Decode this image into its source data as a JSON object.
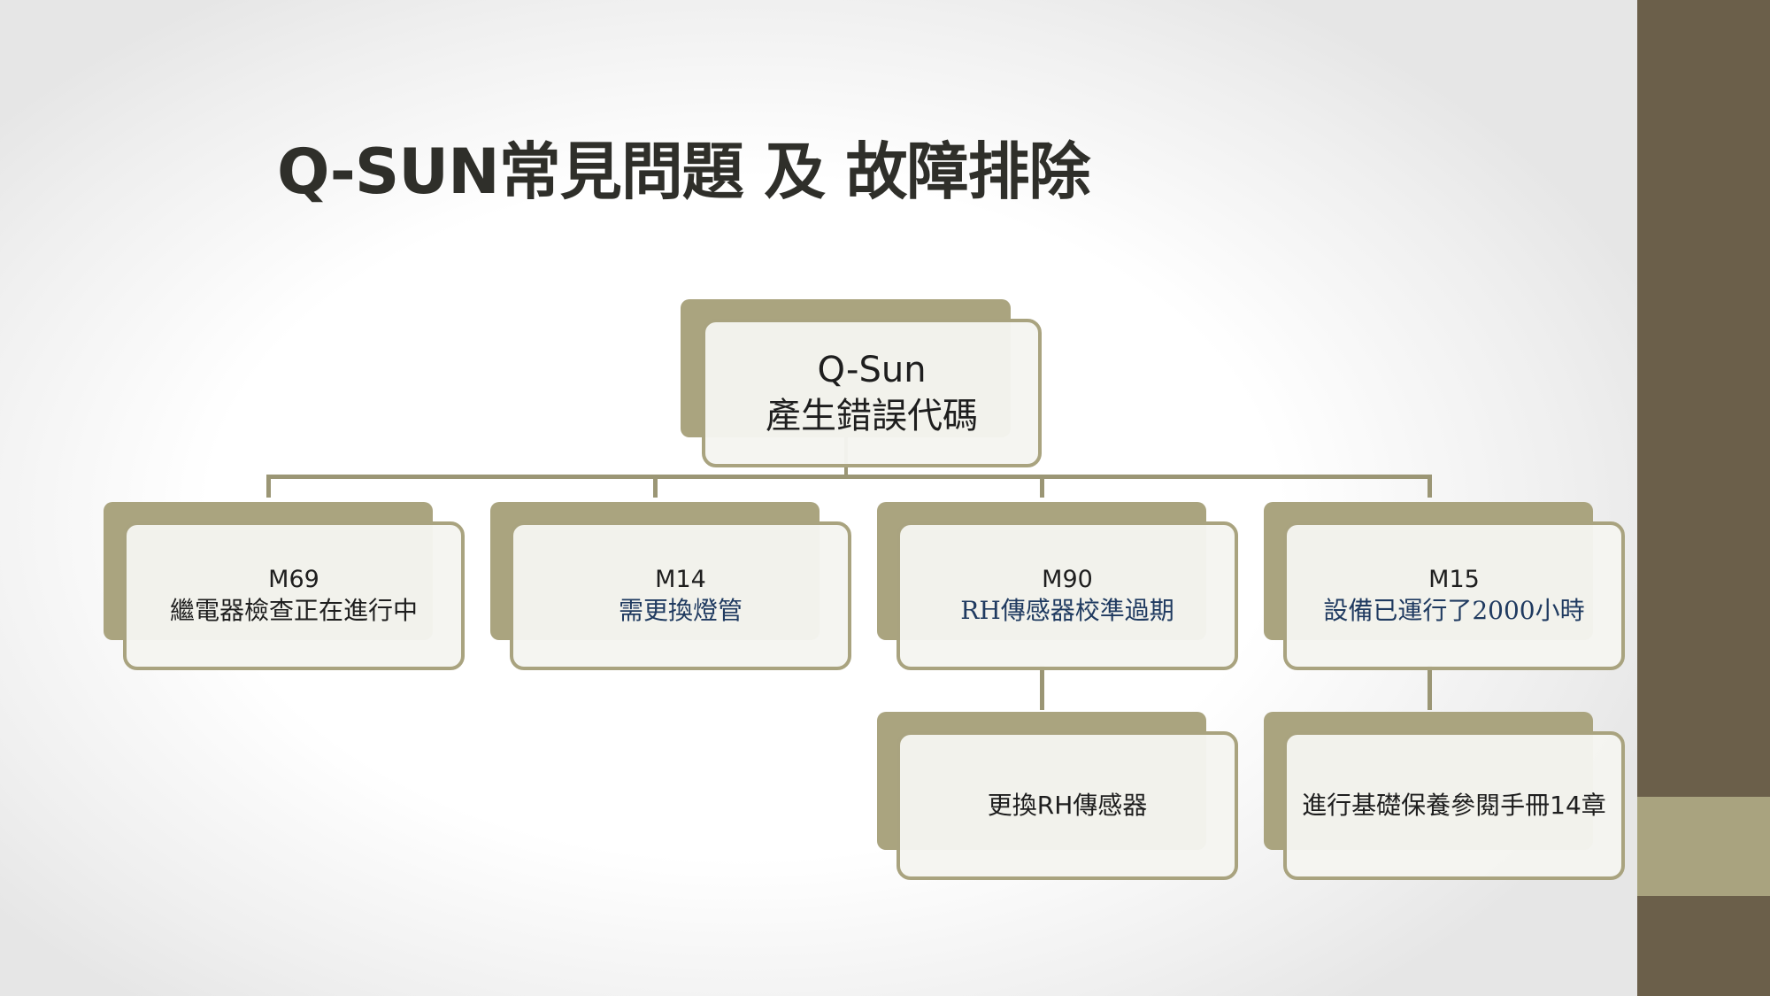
{
  "slide": {
    "title": "Q-SUN常見問題 及 故障排除"
  },
  "root": {
    "line1": "Q-Sun",
    "line2": "產生錯誤代碼"
  },
  "codes": [
    {
      "code": "M69",
      "desc": "繼電器檢查正在進行中"
    },
    {
      "code": "M14",
      "desc": "需更換燈管"
    },
    {
      "code": "M90",
      "desc": "RH傳感器校準過期"
    },
    {
      "code": "M15",
      "desc": "設備已運行了2000小時"
    }
  ],
  "actions": {
    "m90": "更換RH傳感器",
    "m15": "進行基礎保養參閱手冊14章"
  },
  "colors": {
    "shade": "#aaa47f",
    "border": "#a9a37f",
    "band_dark": "#6b5f4a",
    "band_light": "#a9a37f",
    "connector": "#9b9675"
  }
}
